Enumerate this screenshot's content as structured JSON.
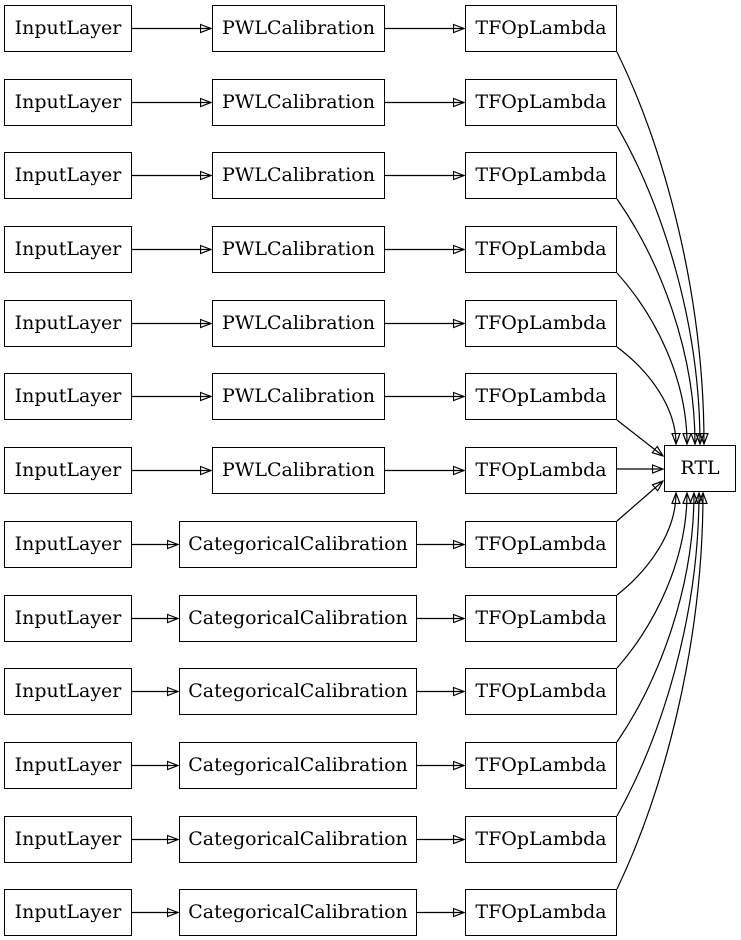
{
  "diagram": {
    "rtl_label": "RTL",
    "rows": [
      {
        "input": "InputLayer",
        "calibration": "PWLCalibration",
        "lambda": "TFOpLambda"
      },
      {
        "input": "InputLayer",
        "calibration": "PWLCalibration",
        "lambda": "TFOpLambda"
      },
      {
        "input": "InputLayer",
        "calibration": "PWLCalibration",
        "lambda": "TFOpLambda"
      },
      {
        "input": "InputLayer",
        "calibration": "PWLCalibration",
        "lambda": "TFOpLambda"
      },
      {
        "input": "InputLayer",
        "calibration": "PWLCalibration",
        "lambda": "TFOpLambda"
      },
      {
        "input": "InputLayer",
        "calibration": "PWLCalibration",
        "lambda": "TFOpLambda"
      },
      {
        "input": "InputLayer",
        "calibration": "PWLCalibration",
        "lambda": "TFOpLambda"
      },
      {
        "input": "InputLayer",
        "calibration": "CategoricalCalibration",
        "lambda": "TFOpLambda"
      },
      {
        "input": "InputLayer",
        "calibration": "CategoricalCalibration",
        "lambda": "TFOpLambda"
      },
      {
        "input": "InputLayer",
        "calibration": "CategoricalCalibration",
        "lambda": "TFOpLambda"
      },
      {
        "input": "InputLayer",
        "calibration": "CategoricalCalibration",
        "lambda": "TFOpLambda"
      },
      {
        "input": "InputLayer",
        "calibration": "CategoricalCalibration",
        "lambda": "TFOpLambda"
      },
      {
        "input": "InputLayer",
        "calibration": "CategoricalCalibration",
        "lambda": "TFOpLambda"
      }
    ],
    "colors": {
      "background": "#ffffff",
      "node_fill": "#ffffff",
      "node_border": "#000000",
      "text": "#000000",
      "edge": "#000000"
    }
  }
}
